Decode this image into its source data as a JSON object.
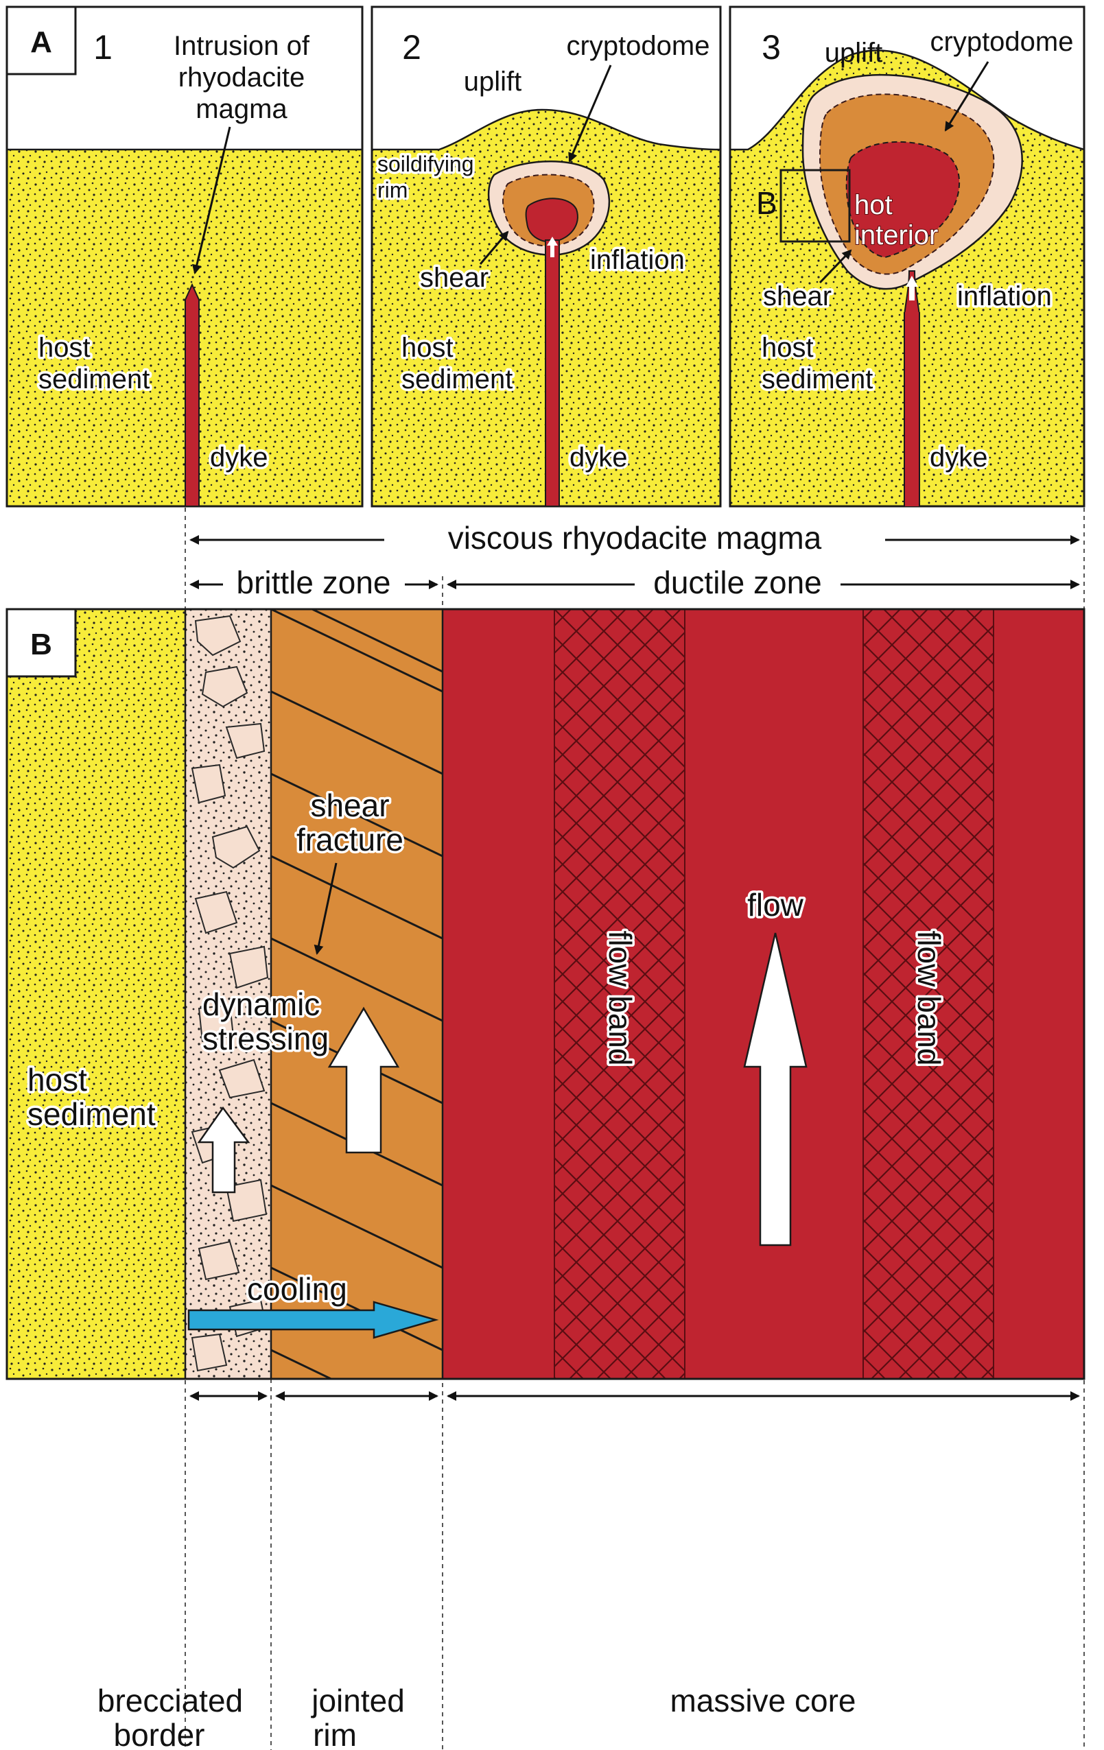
{
  "colors": {
    "sediment": "#f7ec3a",
    "breccia": "#f6dfd0",
    "rim": "#d98b3a",
    "magma": "#bf2430",
    "magma_dark": "#8f1820",
    "crust_light": "#f6dfd0",
    "arrow_cooling": "#2aa8d8",
    "outline": "#1a1a1a"
  },
  "panel_a": {
    "letter": "A",
    "stage1": {
      "number": "1",
      "intrusion_line1": "Intrusion of",
      "intrusion_line2": "rhyodacite",
      "intrusion_line3": "magma",
      "host_line1": "host",
      "host_line2": "sediment",
      "dyke": "dyke"
    },
    "stage2": {
      "number": "2",
      "uplift": "uplift",
      "cryptodome": "cryptodome",
      "rim_line1": "soildifying",
      "rim_line2": "rim",
      "shear": "shear",
      "inflation": "inflation",
      "host_line1": "host",
      "host_line2": "sediment",
      "dyke": "dyke"
    },
    "stage3": {
      "number": "3",
      "uplift": "uplift",
      "cryptodome": "cryptodome",
      "box_letter": "B",
      "interior_line1": "hot",
      "interior_line2": "interior",
      "shear": "shear",
      "inflation": "inflation",
      "host_line1": "host",
      "host_line2": "sediment",
      "dyke": "dyke"
    }
  },
  "zones": {
    "magma": "viscous rhyodacite magma",
    "brittle": "brittle zone",
    "ductile": "ductile zone"
  },
  "panel_b": {
    "letter": "B",
    "host_line1": "host",
    "host_line2": "sediment",
    "dynamic_line1": "dynamic",
    "dynamic_line2": "stressing",
    "shear_line1": "shear",
    "shear_line2": "fracture",
    "flow": "flow",
    "flow_band_1": "flow band",
    "flow_band_2": "flow band",
    "cooling": "cooling"
  },
  "bottom_labels": {
    "brecciated_line1": "brecciated",
    "brecciated_line2": "border",
    "jointed_line1": "jointed",
    "jointed_line2": "rim",
    "massive": "massive core"
  }
}
